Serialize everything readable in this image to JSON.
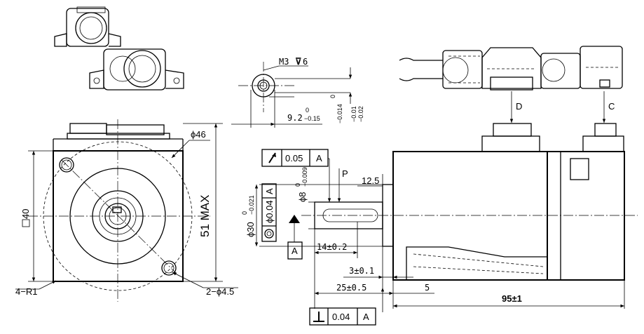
{
  "front_view": {
    "dia_46": "ϕ46",
    "max_51": "51 MAX",
    "square_40": "40",
    "r1": "4−R1",
    "hole": "2−ϕ4.5"
  },
  "detail_view": {
    "thread": "M3",
    "thread_depth": "6",
    "dim_9_2": "9.2",
    "dim_9_2_up": "0",
    "dim_9_2_low": "−0.15",
    "dim_014": "0",
    "dim_014_low": "−0.014",
    "dim_002_up": "−0.01",
    "dim_002_low": "−0.02"
  },
  "side_view": {
    "tol_runout": "0.05",
    "datum": "A",
    "dim_p": "P",
    "dim_12_5": "12.5",
    "shaft_dia": "ϕ8",
    "shaft_dia_up": "0",
    "shaft_dia_low": "−0.009",
    "pilot_dia": "ϕ30",
    "pilot_dia_up": "0",
    "pilot_dia_low": "−0.021",
    "concentric": "ϕ0.04",
    "dim_14": "14±0.2",
    "dim_3": "3±0.1",
    "dim_25": "25±0.5",
    "dim_5": "5",
    "dim_95": "95±1",
    "perp": "0.04",
    "label_d": "D",
    "label_c": "C"
  }
}
